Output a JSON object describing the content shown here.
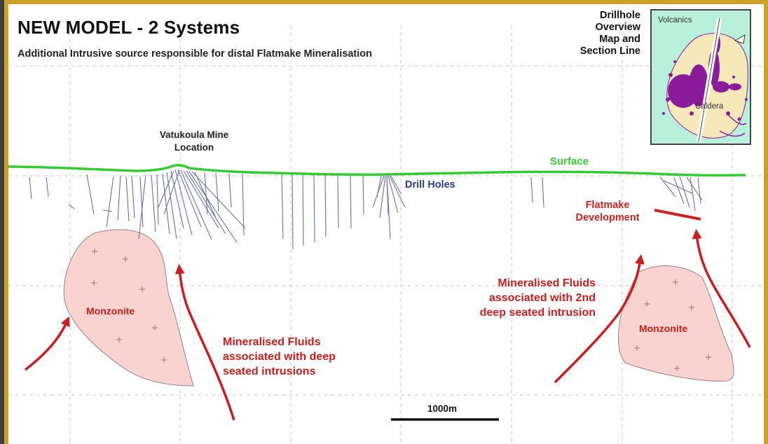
{
  "title": "NEW MODEL - 2 Systems",
  "subtitle": "Additional Intrusive source responsible for distal Flatmake Mineralisation",
  "inset": {
    "label": "Drillhole\nOverview\nMap and\nSection Line",
    "volcanics": "Volcanics",
    "caldera": "Caldera"
  },
  "labels": {
    "mine_location": "Vatukoula Mine\nLocation",
    "surface": "Surface",
    "drill_holes": "Drill Holes",
    "flatmake": "Flatmake\nDevelopment",
    "fluids_left": "Mineralised Fluids\nassociated with deep\nseated intrusions",
    "fluids_right": "Mineralised Fluids\nassociated with 2nd\ndeep seated intrusion",
    "monzonite_left": "Monzonite",
    "monzonite_right": "Monzonite"
  },
  "scale_bar": {
    "label": "1000m"
  },
  "colors": {
    "surface": "#33cc33",
    "drill_holes": "#5a5fa8",
    "monzonite_fill": "#f8d3cf",
    "arrow": "#c81e1e",
    "inset_bg": "#b9f0dc",
    "inset_caldera": "#f6e8b8",
    "inset_dots": "#8a1c9a"
  }
}
